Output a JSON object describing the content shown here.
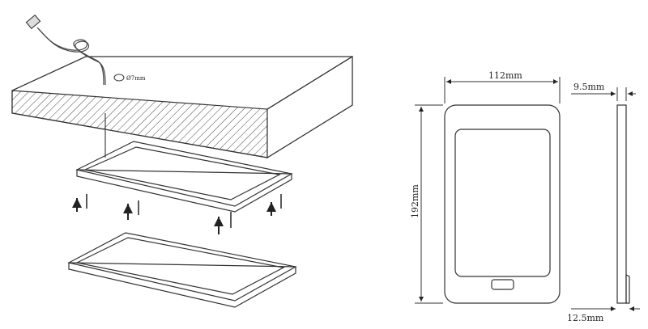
{
  "labels": {
    "cable_diameter": "Ø7mm",
    "width": "112mm",
    "thickness_top": "9.5mm",
    "height": "192mm",
    "thickness_bottom": "12.5mm"
  },
  "colors": {
    "line": "#333333",
    "background": "#ffffff"
  }
}
